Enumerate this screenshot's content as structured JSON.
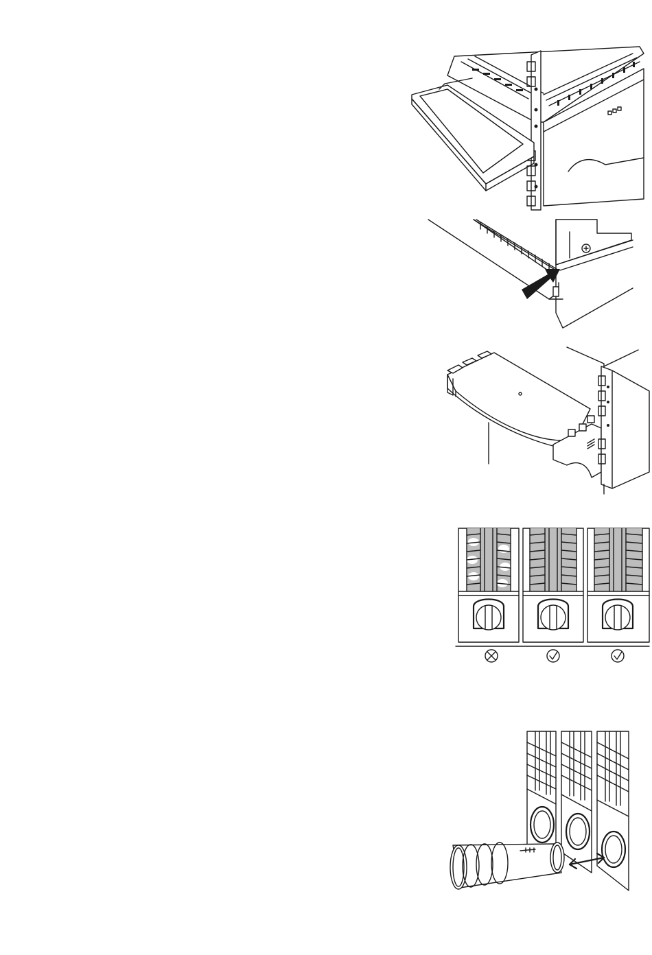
{
  "figures": [
    {
      "id": "fig-tray-removal",
      "icons": [
        "tray-icon",
        "rack-icon"
      ]
    },
    {
      "id": "fig-push-arrow",
      "icons": [
        "push-arrow-icon",
        "screw-icon"
      ]
    },
    {
      "id": "fig-shelf-install",
      "icons": [
        "shelf-icon"
      ]
    },
    {
      "id": "fig-coil-placement",
      "markers": [
        "incorrect",
        "correct",
        "correct"
      ],
      "marker_icons": [
        "cross-circle-icon",
        "check-circle-icon",
        "check-circle-icon"
      ]
    },
    {
      "id": "fig-tube-alignment",
      "icons": [
        "tube-icon",
        "double-arrow-icon"
      ]
    }
  ],
  "colors": {
    "line": "#1a1a1a",
    "fill_gray": "#bdbdbd",
    "background": "#ffffff"
  }
}
